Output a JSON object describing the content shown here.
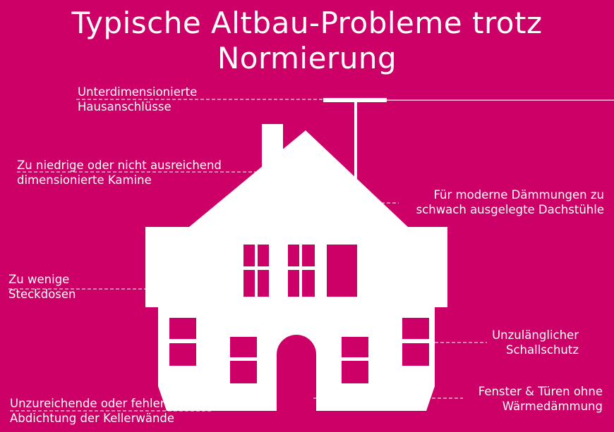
{
  "title": {
    "line1": "Typische Altbau-Probleme trotz",
    "line2": "Normierung"
  },
  "labels": {
    "hausanschluss": [
      "Unterdimensionierte",
      "Hausanschlüsse"
    ],
    "kamine": [
      "Zu niedrige oder nicht ausreichend",
      "dimensionierte Kamine"
    ],
    "dachstuehle": [
      "Für moderne Dämmungen zu",
      "schwach ausgelegte Dachstühle"
    ],
    "steckdosen": [
      "Zu wenige",
      "Steckdosen"
    ],
    "schallschutz": [
      "Unzulänglicher",
      "Schallschutz"
    ],
    "waermedaemmung": [
      "Fenster & Türen ohne",
      "Wärmedämmung"
    ],
    "kellerwaende": [
      "Unzureichende oder fehlende",
      "Abdichtung der Kellerwände"
    ]
  },
  "colors": {
    "background": "#cc0066",
    "foreground": "#ffffff"
  }
}
